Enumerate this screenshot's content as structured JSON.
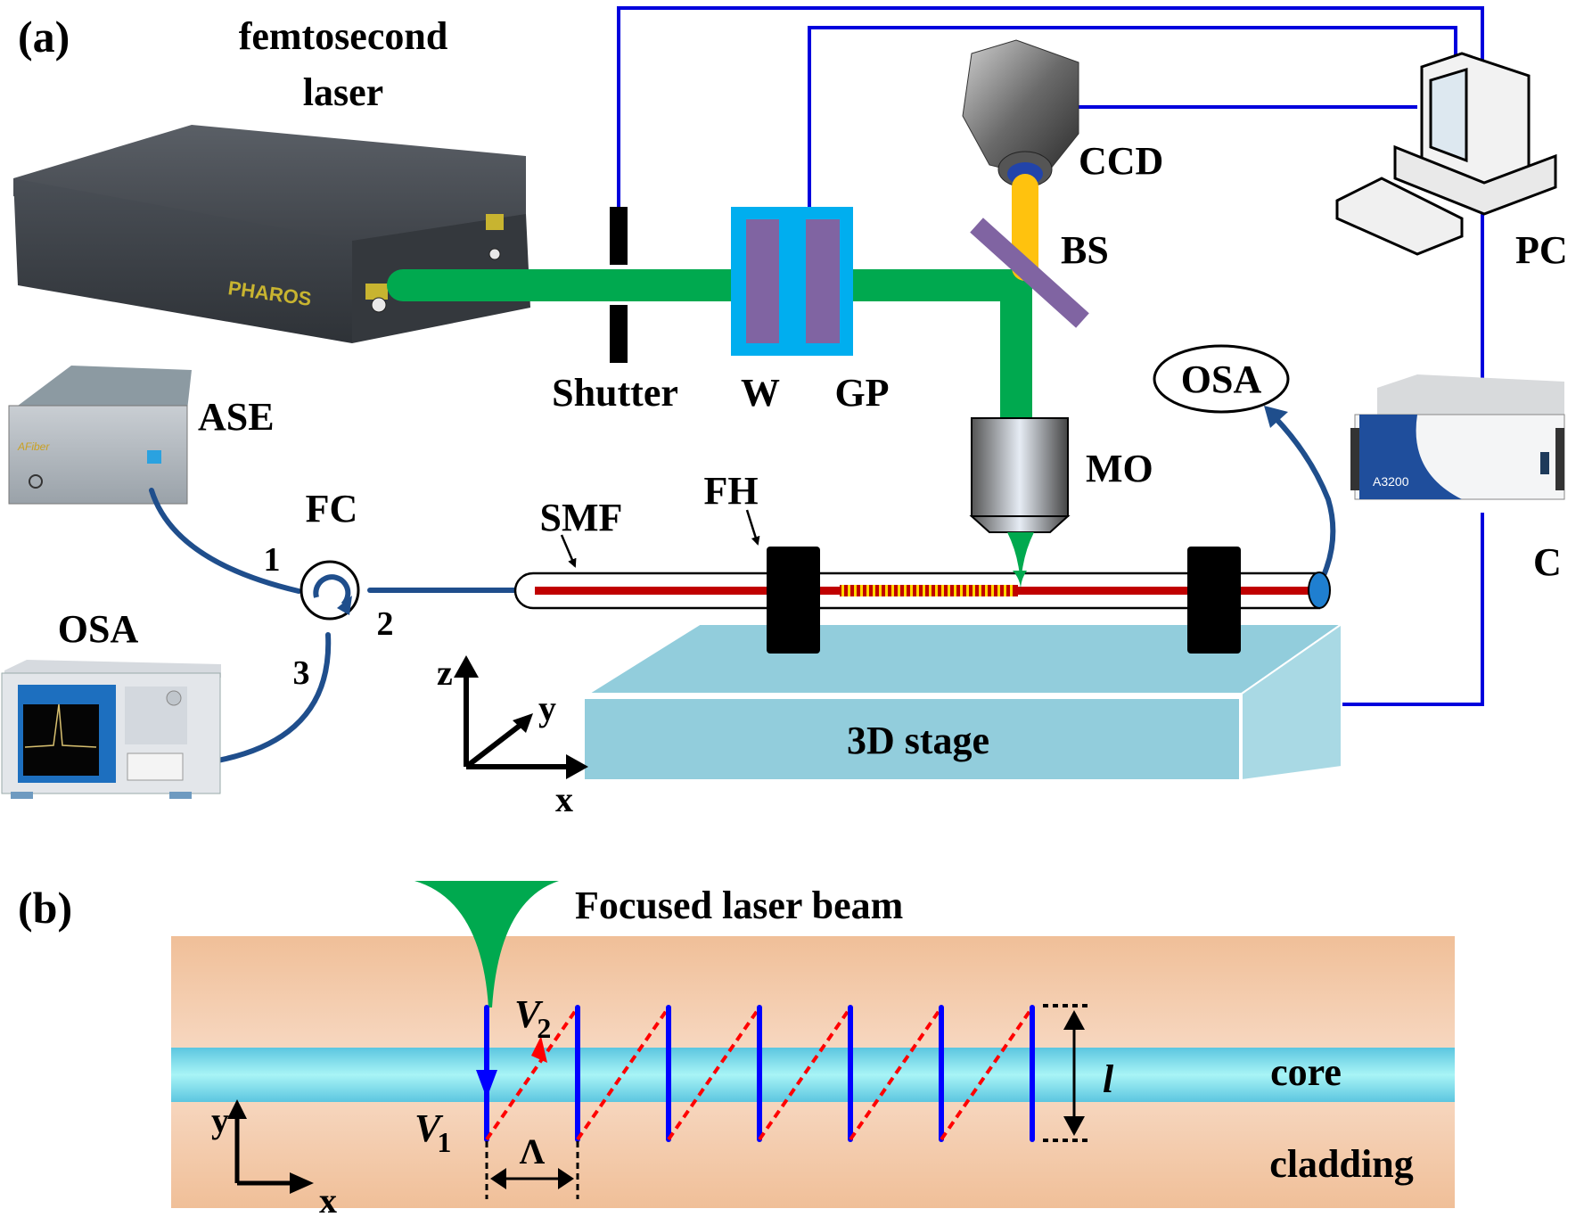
{
  "panel_a": {
    "label": "(a)",
    "laser": {
      "title_line1": "femtosecond",
      "title_line2": "laser",
      "brand": "PHAROS"
    },
    "shutter": "Shutter",
    "waveplate": "W",
    "polarizer": "GP",
    "ccd": "CCD",
    "beam_splitter": "BS",
    "pc": "PC",
    "microscope_objective": "MO",
    "osa_right": "OSA",
    "controller": "C",
    "controller_brand": "A3200",
    "ase": "ASE",
    "ase_brand": "AFiber",
    "circulator": "FC",
    "port1": "1",
    "port2": "2",
    "port3": "3",
    "osa_left": "OSA",
    "smf": "SMF",
    "fiber_holder": "FH",
    "stage": "3D stage",
    "axes": {
      "z": "z",
      "y": "y",
      "x": "x"
    }
  },
  "panel_b": {
    "label": "(b)",
    "beam": "Focused laser beam",
    "v2": "V",
    "v2_sub": "2",
    "v1": "V",
    "v1_sub": "1",
    "period": "Λ",
    "length": "l",
    "core": "core",
    "cladding": "cladding",
    "axes": {
      "y": "y",
      "x": "x"
    },
    "grating_lines": 7
  },
  "colors": {
    "beam_green": "#00a94f",
    "control_blue": "#0000dd",
    "fiber_blue": "#1f4e8c",
    "ccd_yellow": "#ffc20e",
    "optic_cyan": "#00aeef",
    "optic_purple": "#8064a2",
    "core_red": "#c00000",
    "stage_cyan": "#92cddc",
    "cladding": "#f2c4a0",
    "core_cyan": "#7fe0ee",
    "inscription_blue": "#0000ff",
    "trajectory_red": "#ff0000"
  }
}
